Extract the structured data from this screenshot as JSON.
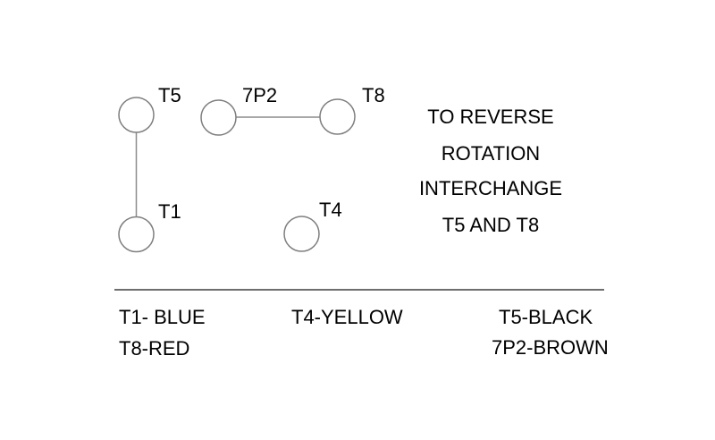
{
  "diagram": {
    "terminals": {
      "t5": "T5",
      "t1": "T1",
      "p7p2": "7P2",
      "t8": "T8",
      "t4": "T4"
    },
    "note_lines": [
      "TO REVERSE",
      "ROTATION",
      "INTERCHANGE",
      "T5 AND T8"
    ]
  },
  "legend": {
    "t1_blue": "T1- BLUE",
    "t4_yellow": "T4-YELLOW",
    "t5_black": "T5-BLACK",
    "t8_red": "T8-RED",
    "p7p2_brown": "7P2-BROWN"
  },
  "colors": {
    "terminal_stroke": "#7f7f7f",
    "wire_stroke": "#8c8c8c",
    "divider_stroke": "#6e6e6e",
    "text": "#000000",
    "background": "#ffffff"
  }
}
